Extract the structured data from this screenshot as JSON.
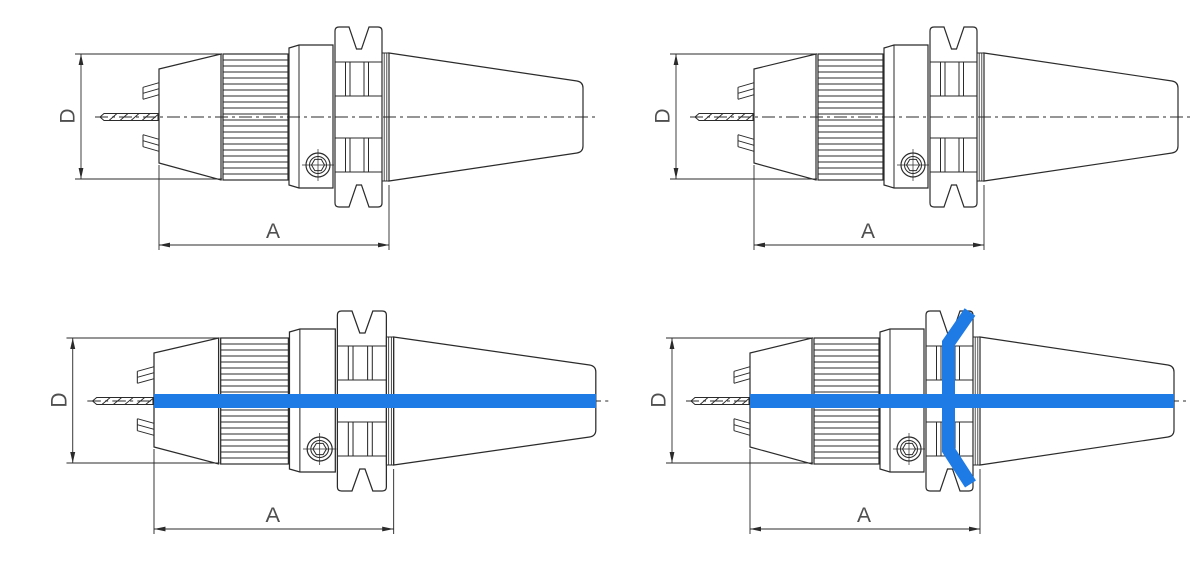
{
  "page": {
    "background_color": "#ffffff"
  },
  "colors": {
    "line_color": "#2b2b2b",
    "dimension_text_color": "#4f4f4f",
    "highlight_blue": "#1e7be6"
  },
  "dimension_labels": {
    "diameter_label": "D",
    "length_label": "A"
  },
  "drawings": [
    {
      "id": "top-left",
      "diameter_label": "D",
      "length_label": "A",
      "highlight": "none"
    },
    {
      "id": "top-right",
      "diameter_label": "D",
      "length_label": "A",
      "highlight": "none"
    },
    {
      "id": "bottom-left",
      "diameter_label": "D",
      "length_label": "A",
      "highlight": "blue-centerline-band"
    },
    {
      "id": "bottom-right",
      "diameter_label": "D",
      "length_label": "A",
      "highlight": "blue-centerline-band-and-flange-groove"
    }
  ]
}
